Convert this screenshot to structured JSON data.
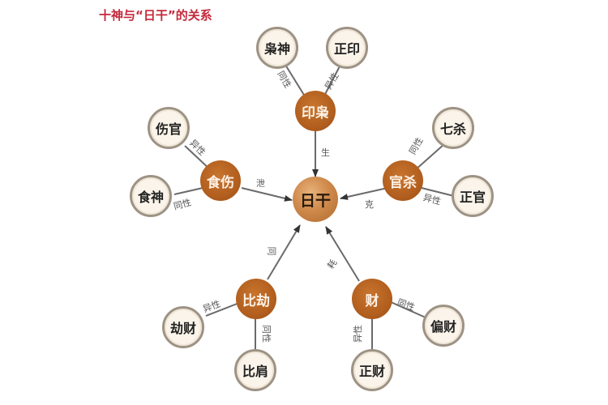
{
  "title": "十神与“日干”的关系",
  "center": {
    "label": "日干"
  },
  "groups": {
    "yin": {
      "hub": "印枭",
      "relation_to_center": "生",
      "leaves": [
        {
          "label": "枭神",
          "link": "同性"
        },
        {
          "label": "正印",
          "link": "异性"
        }
      ]
    },
    "guan": {
      "hub": "官杀",
      "relation_to_center": "克",
      "leaves": [
        {
          "label": "七杀",
          "link": "同性"
        },
        {
          "label": "正官",
          "link": "异性"
        }
      ]
    },
    "cai": {
      "hub": "财",
      "relation_to_center": "耗",
      "leaves": [
        {
          "label": "偏财",
          "link": "同性"
        },
        {
          "label": "正财",
          "link": "异性"
        }
      ]
    },
    "bi": {
      "hub": "比劫",
      "relation_to_center": "同",
      "leaves": [
        {
          "label": "劫财",
          "link": "异性"
        },
        {
          "label": "比肩",
          "link": "同性"
        }
      ]
    },
    "shi": {
      "hub": "食伤",
      "relation_to_center": "泄",
      "leaves": [
        {
          "label": "伤官",
          "link": "异性"
        },
        {
          "label": "食神",
          "link": "同性"
        }
      ]
    }
  },
  "colors": {
    "title": "#c4283a",
    "hub": "#b25f1f",
    "center": "#cf8a4c",
    "leaf_border": "#9d9284",
    "line": "#666666"
  }
}
